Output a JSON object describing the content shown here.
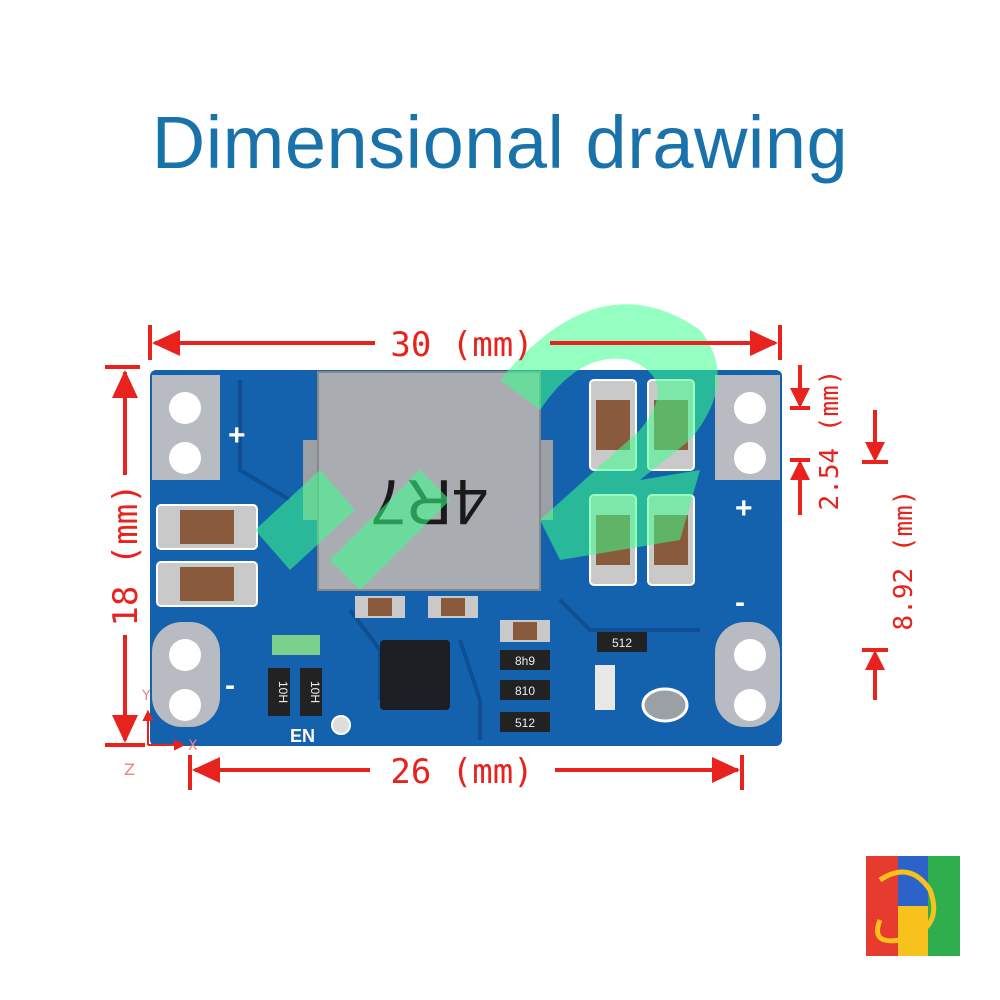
{
  "title": "Dimensional drawing",
  "dimensions": {
    "width_top": "30 (mm)",
    "width_bottom": "26 (mm)",
    "height_left": "18 (mm)",
    "pin_pitch": "2.54 (mm)",
    "pin_offset": "8.92 (mm)"
  },
  "board": {
    "plus_left": "+",
    "plus_right": "+",
    "minus_left": "-",
    "minus_right": "-",
    "en_label": "EN",
    "inductor_code": "4R7",
    "resistor_codes": [
      "8h9",
      "810",
      "512",
      "512",
      "10H",
      "10H"
    ]
  },
  "axes": {
    "x": "X",
    "y": "Y",
    "z": "Z"
  },
  "colors": {
    "title": "#1a72aa",
    "board": "#1462ad",
    "dimension": "#e8221c",
    "watermark": "#3cff8c"
  }
}
